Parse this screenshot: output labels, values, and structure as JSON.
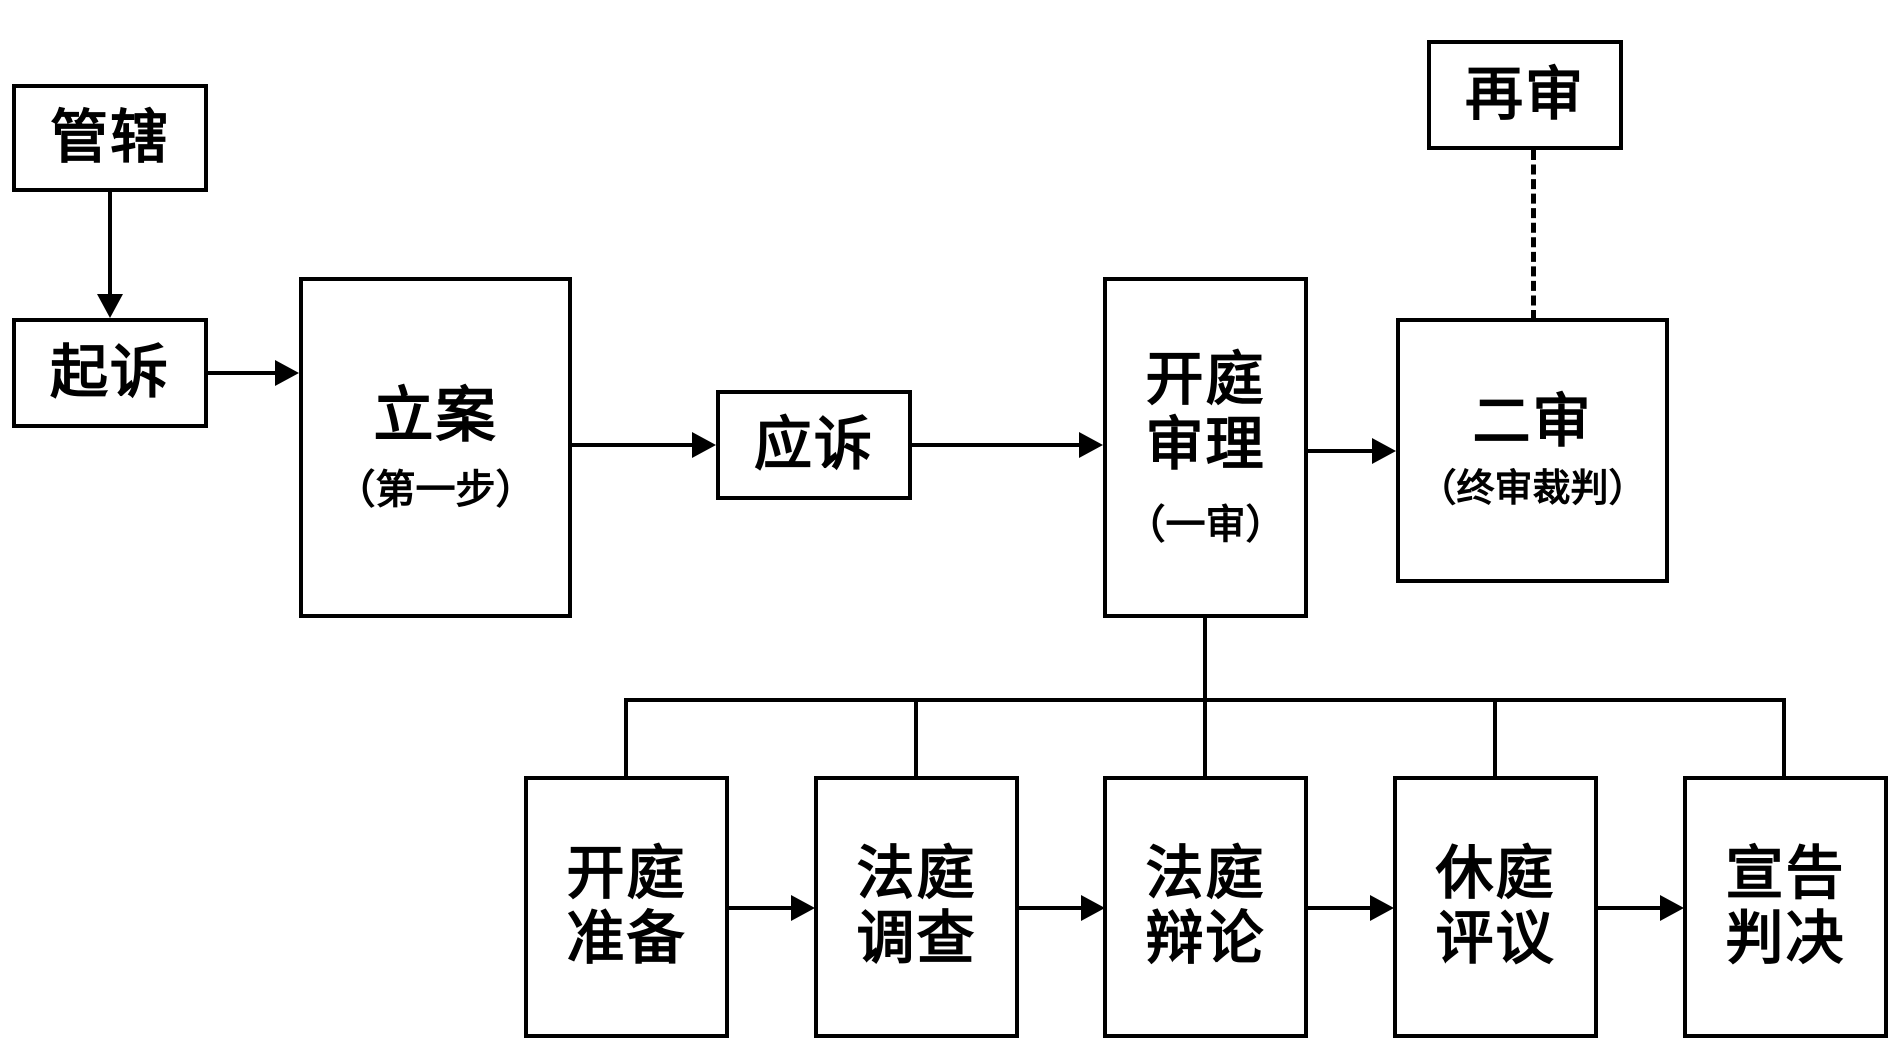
{
  "diagram": {
    "title_implicit": "民事诉讼流程图",
    "nodes": {
      "guanxia": {
        "label": "管辖"
      },
      "qisu": {
        "label": "起诉"
      },
      "lian": {
        "label": "立案",
        "sub": "（第一步）"
      },
      "yingsu": {
        "label": "应诉"
      },
      "kaiting": {
        "label": "开庭\n审理",
        "sub": "（一审）"
      },
      "ershen": {
        "label": "二审",
        "sub": "（终审裁判）"
      },
      "zaishen": {
        "label": "再审"
      }
    },
    "substeps": [
      {
        "label": "开庭\n准备"
      },
      {
        "label": "法庭\n调查"
      },
      {
        "label": "法庭\n辩论"
      },
      {
        "label": "休庭\n评议"
      },
      {
        "label": "宣告\n判决"
      }
    ],
    "edges": [
      {
        "from": "管辖",
        "to": "起诉",
        "style": "solid-arrow",
        "direction": "down"
      },
      {
        "from": "起诉",
        "to": "立案",
        "style": "solid-arrow",
        "direction": "right"
      },
      {
        "from": "立案",
        "to": "应诉",
        "style": "solid-arrow",
        "direction": "right"
      },
      {
        "from": "应诉",
        "to": "开庭审理",
        "style": "solid-arrow",
        "direction": "right"
      },
      {
        "from": "开庭审理",
        "to": "二审",
        "style": "solid-arrow",
        "direction": "right"
      },
      {
        "from": "再审",
        "to": "二审",
        "style": "dashed",
        "direction": "down"
      },
      {
        "from": "开庭审理",
        "to": "子流程",
        "style": "bus",
        "direction": "down"
      },
      {
        "from": "开庭准备",
        "to": "法庭调查",
        "style": "solid-arrow",
        "direction": "right"
      },
      {
        "from": "法庭调查",
        "to": "法庭辩论",
        "style": "solid-arrow",
        "direction": "right"
      },
      {
        "from": "法庭辩论",
        "to": "休庭评议",
        "style": "solid-arrow",
        "direction": "right"
      },
      {
        "from": "休庭评议",
        "to": "宣告判决",
        "style": "solid-arrow",
        "direction": "right"
      }
    ],
    "colors": {
      "stroke": "#000000",
      "fill": "#ffffff"
    }
  }
}
